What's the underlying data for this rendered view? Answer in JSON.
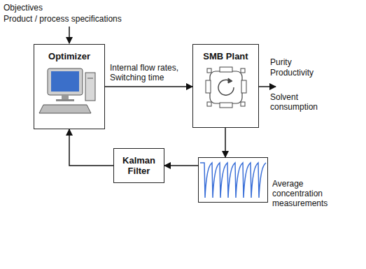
{
  "diagram": {
    "nodes": [
      {
        "text": [
          "Optimizer"
        ]
      },
      {
        "text": [
          "SMB Plant"
        ]
      },
      {
        "text": [
          "Average concentration measurements"
        ]
      },
      {
        "text": [
          "Kalman Filter"
        ]
      }
    ],
    "edges": [
      {
        "from": 0,
        "to": 1,
        "arrow": "to",
        "label": "Internal flow rates, Switching time"
      },
      {
        "from": 1,
        "to": 2,
        "arrow": "to"
      },
      {
        "from": 2,
        "to": 3,
        "arrow": "to"
      },
      {
        "from": 3,
        "to": 0,
        "arrow": "to"
      }
    ],
    "labels": [
      "Objectives",
      "Product / process specifications",
      "Purity",
      "Productivity",
      "Solvent consumption"
    ]
  }
}
